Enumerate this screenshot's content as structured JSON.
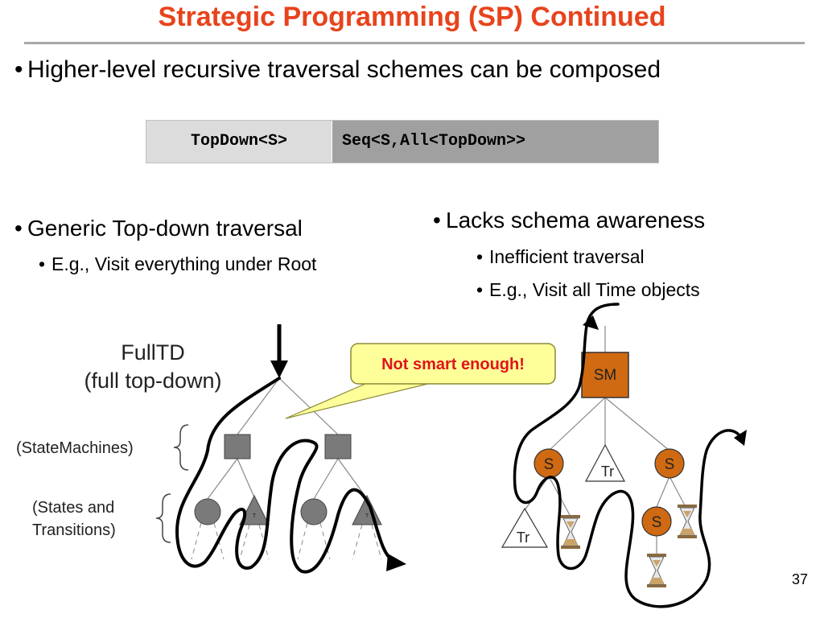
{
  "slide": {
    "title": "Strategic Programming (SP) Continued",
    "page_number": "37"
  },
  "bullets": {
    "composed": "Higher-level recursive traversal schemes can be composed",
    "generic": "Generic Top-down traversal",
    "generic_sub": "E.g., Visit everything under Root",
    "lacks": "Lacks schema awareness",
    "lacks_sub1": "Inefficient traversal",
    "lacks_sub2": "E.g., Visit all Time objects"
  },
  "code_table": {
    "left": "TopDown<S>",
    "right": "Seq<S,All<TopDown>>"
  },
  "left_diagram": {
    "title_line1": "FullTD",
    "title_line2": "(full top-down)",
    "label_statemachines": "(StateMachines)",
    "label_states_line1": "(States and",
    "label_states_line2": "Transitions)",
    "triangle_label": "T"
  },
  "callout": {
    "text": "Not smart enough!"
  },
  "right_diagram": {
    "sm_label": "SM",
    "state_label": "S",
    "transition_label": "Tr"
  },
  "colors": {
    "title": "#e8431c",
    "callout_text": "#e0141e",
    "callout_fill": "#ffff99",
    "node_orange": "#d06a12",
    "node_gray": "#7a7a7a"
  }
}
